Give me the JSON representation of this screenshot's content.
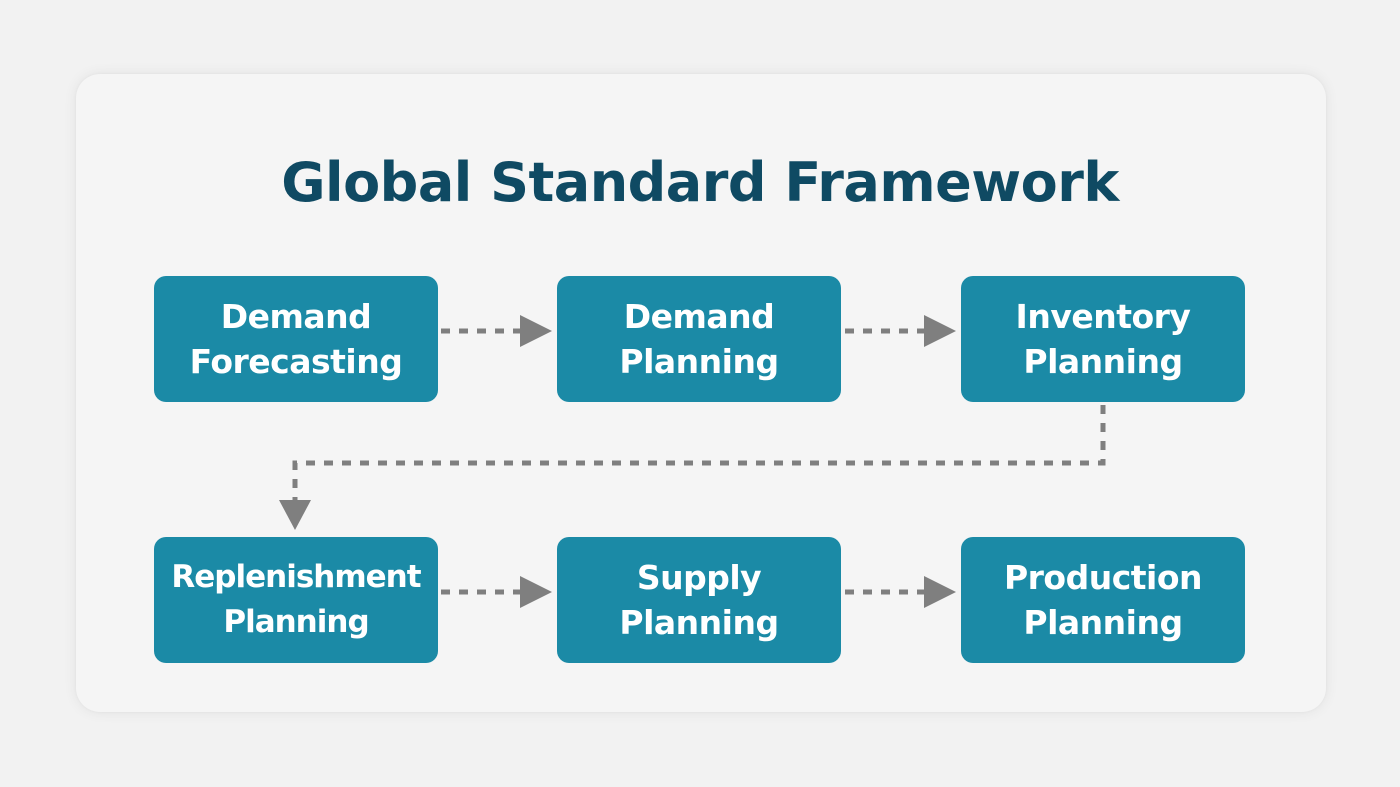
{
  "title": "Global Standard Framework",
  "boxes": [
    {
      "label": "Demand\nForecasting"
    },
    {
      "label": "Demand\nPlanning"
    },
    {
      "label": "Inventory\nPlanning"
    },
    {
      "label": "Replenishment\nPlanning"
    },
    {
      "label": "Supply\nPlanning"
    },
    {
      "label": "Production\nPlanning"
    }
  ],
  "colors": {
    "box_fill": "#1b8aa6",
    "title_text": "#0f4a63",
    "connector": "#7f7f7f",
    "background": "#f2f2f2"
  }
}
